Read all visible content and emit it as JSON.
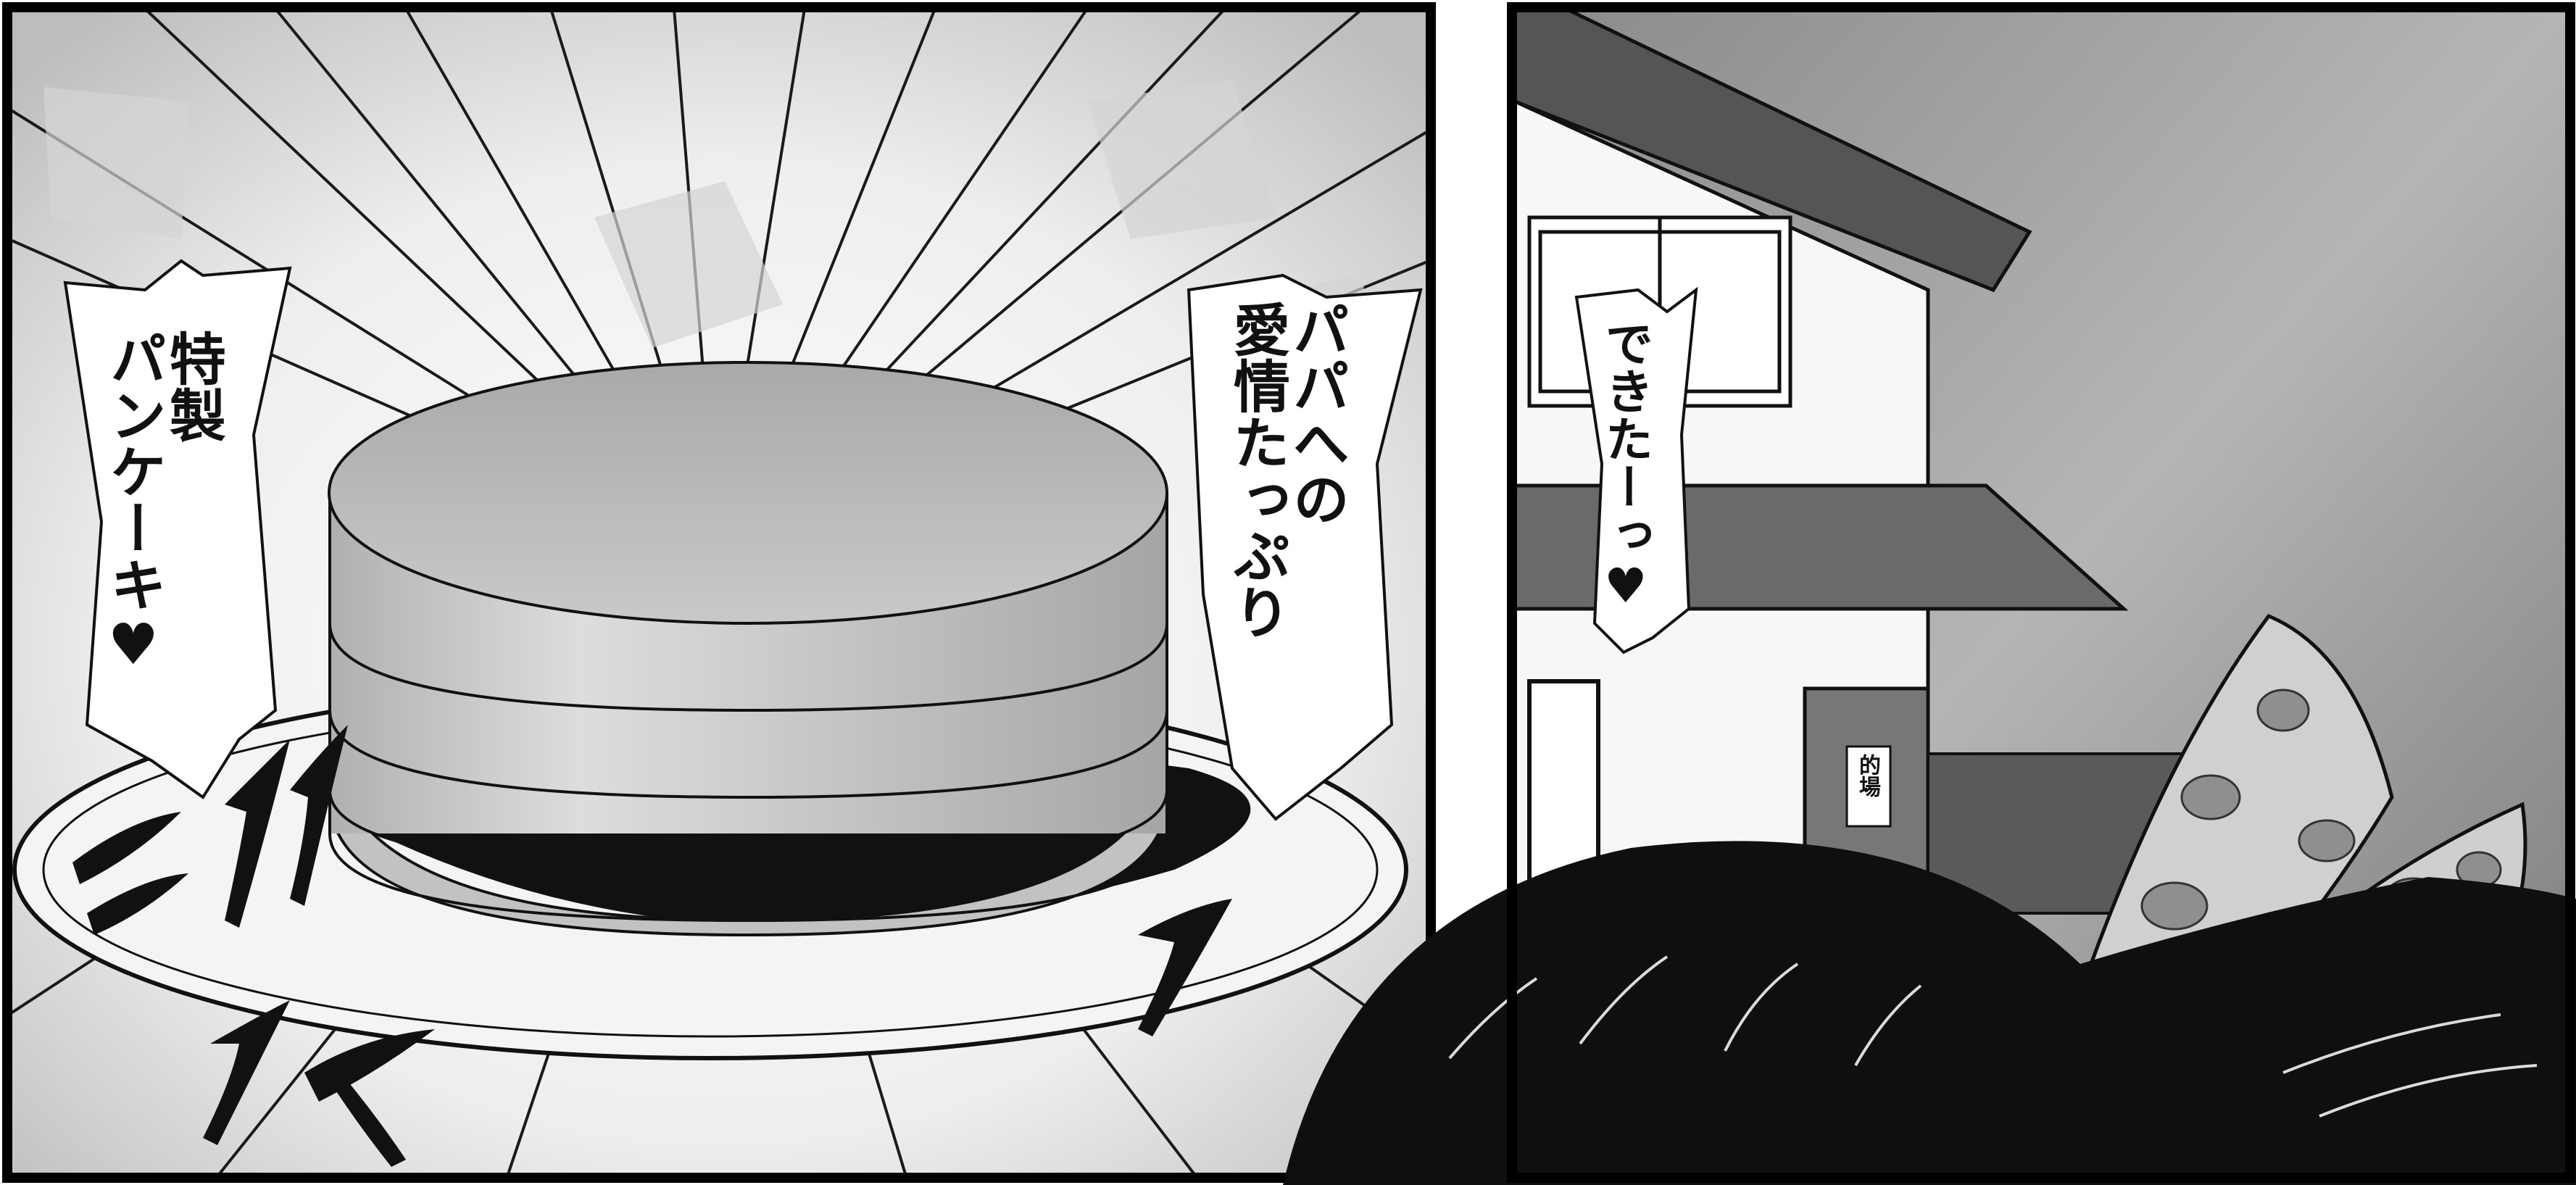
{
  "panels": {
    "left": {
      "bubble_special": {
        "text": "特製\nパンケーキ♥"
      },
      "bubble_love": {
        "text": "パパへの\n愛情たっぷり"
      }
    },
    "right": {
      "bubble_done": {
        "text": "できたーっ♥"
      },
      "nameplate": {
        "text": "的場"
      }
    }
  },
  "colors": {
    "ink": "#111111",
    "screentone_light": "#cfcfcf",
    "screentone_mid": "#9a9a9a",
    "paper": "#ffffff"
  }
}
